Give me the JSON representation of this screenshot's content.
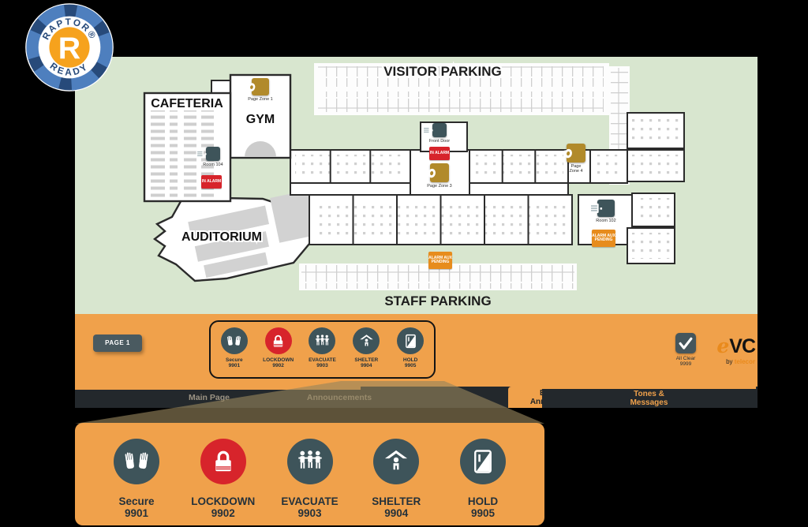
{
  "logo": {
    "arc_top": "RAPTOR®",
    "arc_bottom": "READY",
    "monogram": "R"
  },
  "map": {
    "visitor_parking_label": "VISITOR PARKING",
    "staff_parking_label": "STAFF PARKING",
    "cafeteria_label": "CAFETERIA",
    "gym_label": "GYM",
    "auditorium_label": "AUDITORIUM",
    "page_zone_1": "Page Zone 1",
    "page_zone_3": "Page Zone 3",
    "page_zone_4": "Page Zone 4",
    "front_door": "Front Door",
    "room_104": "Room 104",
    "room_102": "Room 102",
    "in_alarm": "IN ALARM",
    "alarm_aux_pending": "ALARM AUX PENDING"
  },
  "toolbar": {
    "page_button": "PAGE 1",
    "all_clear_label": "All Clear",
    "all_clear_code": "9999",
    "brand_e": "e",
    "brand_vc": "VC",
    "brand_by": "by ",
    "brand_name": "telecor"
  },
  "emergency_buttons": [
    {
      "name": "secure",
      "label": "Secure",
      "code": "9901",
      "color": "#3E545A"
    },
    {
      "name": "lockdown",
      "label": "LOCKDOWN",
      "code": "9902",
      "color": "#D7242B"
    },
    {
      "name": "evacuate",
      "label": "EVACUATE",
      "code": "9903",
      "color": "#3E545A"
    },
    {
      "name": "shelter",
      "label": "SHELTER",
      "code": "9904",
      "color": "#3E545A"
    },
    {
      "name": "hold",
      "label": "HOLD",
      "code": "9905",
      "color": "#3E545A"
    }
  ],
  "tabs": [
    {
      "line1": "Main Page",
      "line2": "",
      "state": "inactive"
    },
    {
      "line1": "Announcements",
      "line2": "",
      "state": "inactive"
    },
    {
      "line1": "Emergency",
      "line2": "Announcements",
      "state": "active"
    },
    {
      "line1": "Tones &",
      "line2": "Messages",
      "state": "inactive"
    }
  ],
  "colors": {
    "accent_orange": "#F0A14B",
    "alert_red": "#D7242B",
    "device_teal": "#3E545A",
    "speaker_gold": "#B18A2B",
    "aux_pending_orange": "#E78C1D",
    "map_green": "#D8E6CF",
    "tab_dark": "#23282C"
  }
}
